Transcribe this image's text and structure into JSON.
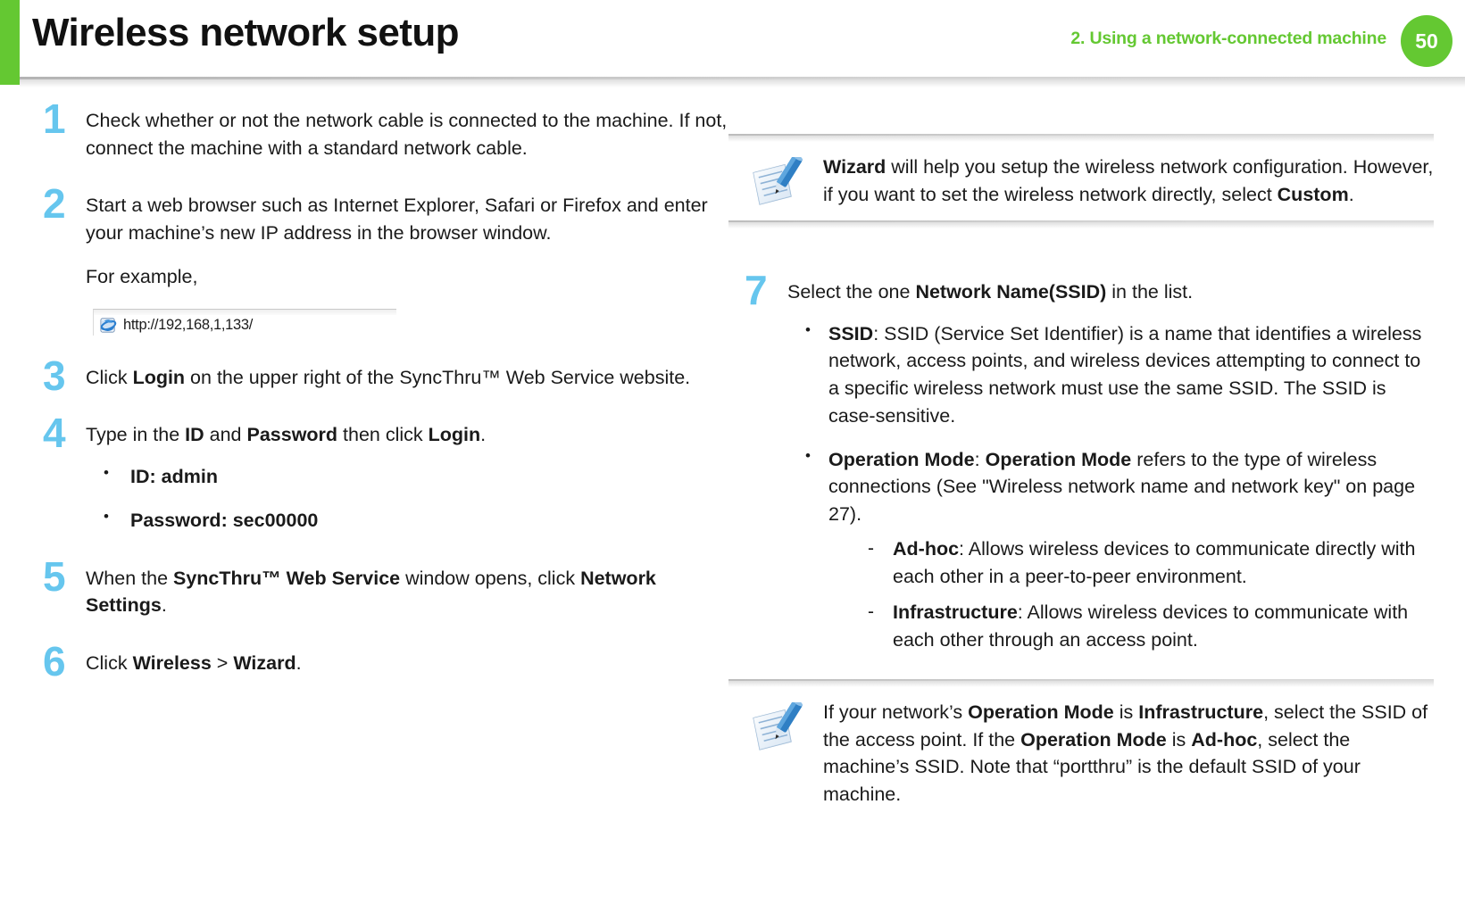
{
  "header": {
    "title": "Wireless network setup",
    "chapter": "2.  Using a network-connected machine",
    "page_number": "50",
    "accent_green": "#64c832",
    "step_blue": "#66c6ee"
  },
  "left_column": {
    "steps": [
      {
        "number": "1",
        "text": "Check whether or not the network cable is connected to the machine. If not, connect the machine with a standard network cable."
      },
      {
        "number": "2",
        "text": "Start a web browser such as Internet Explorer, Safari or Firefox and enter your machine’s new IP address in the browser window.",
        "example_label": "For example,",
        "address_bar": {
          "icon": "internet-explorer-icon",
          "url": "http://192,168,1,133/"
        }
      },
      {
        "number": "3",
        "text_parts": [
          {
            "t": "Click ",
            "b": false
          },
          {
            "t": "Login",
            "b": true
          },
          {
            "t": " on the upper right of the SyncThru™ Web Service website.",
            "b": false
          }
        ]
      },
      {
        "number": "4",
        "text_parts": [
          {
            "t": "Type in the ",
            "b": false
          },
          {
            "t": "ID",
            "b": true
          },
          {
            "t": " and ",
            "b": false
          },
          {
            "t": "Password",
            "b": true
          },
          {
            "t": " then click ",
            "b": false
          },
          {
            "t": "Login",
            "b": true
          },
          {
            "t": ".",
            "b": false
          }
        ],
        "bullets": [
          {
            "bold_all": true,
            "text": "ID: admin"
          },
          {
            "bold_all": true,
            "text": "Password: sec00000"
          }
        ]
      },
      {
        "number": "5",
        "text_parts": [
          {
            "t": "When the ",
            "b": false
          },
          {
            "t": "SyncThru™ Web Service",
            "b": true
          },
          {
            "t": " window opens, click ",
            "b": false
          },
          {
            "t": "Network Settings",
            "b": true
          },
          {
            "t": ".",
            "b": false
          }
        ]
      },
      {
        "number": "6",
        "text_parts": [
          {
            "t": "Click ",
            "b": false
          },
          {
            "t": "Wireless",
            "b": true
          },
          {
            "t": " > ",
            "b": false
          },
          {
            "t": "Wizard",
            "b": true
          },
          {
            "t": ".",
            "b": false
          }
        ]
      }
    ]
  },
  "right_column": {
    "note_top": {
      "icon": "note-pencil-icon",
      "parts": [
        {
          "t": "Wizard",
          "b": true
        },
        {
          "t": " will help you setup the wireless network configuration. However, if you want to set the wireless network directly, select ",
          "b": false
        },
        {
          "t": "Custom",
          "b": true
        },
        {
          "t": ".",
          "b": false
        }
      ]
    },
    "step": {
      "number": "7",
      "text_parts": [
        {
          "t": "Select the one ",
          "b": false
        },
        {
          "t": "Network Name(SSID)",
          "b": true
        },
        {
          "t": " in the list.",
          "b": false
        }
      ],
      "bullets": [
        {
          "parts": [
            {
              "t": "SSID",
              "b": true
            },
            {
              "t": ": SSID (Service Set Identifier) is a name that identifies a wireless network, access points, and wireless devices attempting to connect to a specific wireless network must use the same SSID. The SSID is case-sensitive.",
              "b": false
            }
          ]
        },
        {
          "parts": [
            {
              "t": "Operation Mode",
              "b": true
            },
            {
              "t": ": ",
              "b": false
            },
            {
              "t": "Operation Mode",
              "b": true
            },
            {
              "t": " refers to the type of wireless connections (See \"Wireless network name and network key\" on page 27).",
              "b": false
            }
          ],
          "subbullets": [
            {
              "parts": [
                {
                  "t": "Ad-hoc",
                  "b": true
                },
                {
                  "t": ": Allows wireless devices to communicate directly with each other in a peer-to-peer environment.",
                  "b": false
                }
              ]
            },
            {
              "parts": [
                {
                  "t": "Infrastructure",
                  "b": true
                },
                {
                  "t": ": Allows wireless devices to communicate with each other through an access point.",
                  "b": false
                }
              ]
            }
          ]
        }
      ]
    },
    "note_bottom": {
      "icon": "note-pencil-icon",
      "parts": [
        {
          "t": "If your network’s ",
          "b": false
        },
        {
          "t": "Operation Mode",
          "b": true
        },
        {
          "t": " is ",
          "b": false
        },
        {
          "t": "Infrastructure",
          "b": true
        },
        {
          "t": ", select the SSID of the access point. If the ",
          "b": false
        },
        {
          "t": "Operation Mode",
          "b": true
        },
        {
          "t": " is ",
          "b": false
        },
        {
          "t": "Ad-hoc",
          "b": true
        },
        {
          "t": ", select the machine’s SSID. Note that “portthru” is the default SSID of your machine.",
          "b": false
        }
      ]
    }
  }
}
